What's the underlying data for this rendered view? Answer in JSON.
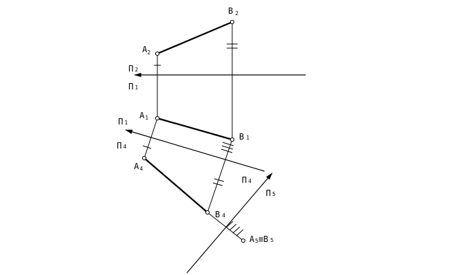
{
  "points": {
    "A2": {
      "letter": "A",
      "index": "2"
    },
    "B2": {
      "letter": "B",
      "index": "2"
    },
    "A1": {
      "letter": "A",
      "index": "1"
    },
    "B1": {
      "letter": "B",
      "index": "1"
    },
    "A4": {
      "letter": "A",
      "index": "4"
    },
    "B4": {
      "letter": "B",
      "index": "4"
    },
    "A5B5": {
      "letter_a": "A",
      "index_a": "5",
      "equiv": "≡",
      "letter_b": "B",
      "index_b": "5"
    }
  },
  "planes": {
    "axis_1": {
      "upper": {
        "letter": "П",
        "index": "2"
      },
      "lower": {
        "letter": "П",
        "index": "1"
      }
    },
    "axis_2": {
      "upper": {
        "letter": "П",
        "index": "1"
      },
      "lower": {
        "letter": "П",
        "index": "4"
      }
    },
    "axis_3": {
      "upper": {
        "letter": "П",
        "index": "4"
      },
      "lower": {
        "letter": "П",
        "index": "5"
      }
    }
  },
  "colors": {
    "stroke": "#000000",
    "background": "#ffffff"
  }
}
